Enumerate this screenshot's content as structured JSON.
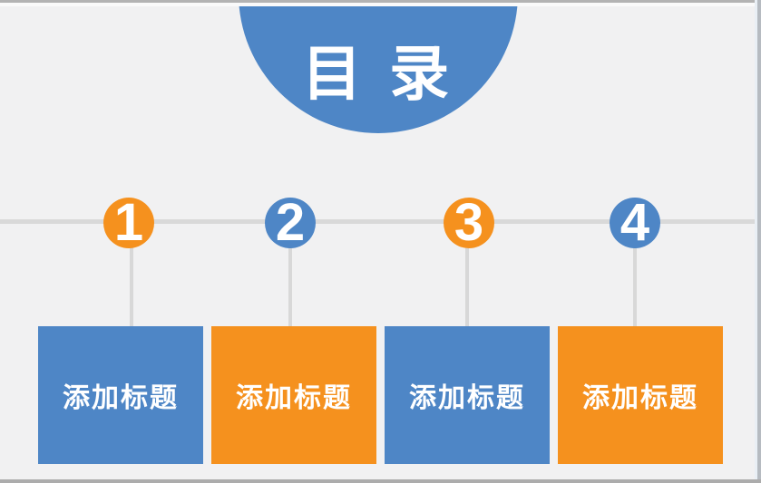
{
  "slide": {
    "title": "目 录",
    "background": "#F1F1F2"
  },
  "colors": {
    "blue": "#4E86C6",
    "orange": "#F5911E",
    "line_gray": "#D9D9D9"
  },
  "items": [
    {
      "number": "1",
      "label": "添加标题",
      "circle_color": "#F5911E",
      "box_color": "#4E86C6"
    },
    {
      "number": "2",
      "label": "添加标题",
      "circle_color": "#4E86C6",
      "box_color": "#F5911E"
    },
    {
      "number": "3",
      "label": "添加标题",
      "circle_color": "#F5911E",
      "box_color": "#4E86C6"
    },
    {
      "number": "4",
      "label": "添加标题",
      "circle_color": "#4E86C6",
      "box_color": "#F5911E"
    }
  ]
}
